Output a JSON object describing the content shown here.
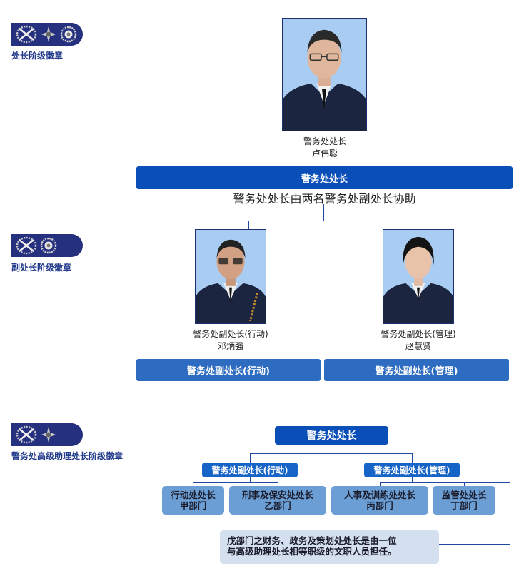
{
  "ranks": [
    {
      "label": "处长阶级徽章",
      "insignia": [
        "crossed-batons-icon",
        "bauhinia-star-icon",
        "rosette-icon"
      ]
    },
    {
      "label": "副处长阶级徽章",
      "insignia": [
        "crossed-batons-icon",
        "rosette-icon"
      ]
    },
    {
      "label": "警务处高级助理处长阶级徽章",
      "insignia": [
        "crossed-batons-icon",
        "bauhinia-star-icon"
      ]
    }
  ],
  "commissioner": {
    "title": "警务处处长",
    "name": "卢伟聪",
    "bar_label": "警务处处长",
    "assist_note": "警务处处长由两名警务处副处长协助"
  },
  "deputies": [
    {
      "title": "警务处副处长(行动)",
      "name": "邓炳强",
      "bar_label": "警务处副处长(行动)"
    },
    {
      "title": "警务处副处长(管理)",
      "name": "赵慧贤",
      "bar_label": "警务处副处长(管理)"
    }
  ],
  "org_chart": {
    "top": "警务处处长",
    "deputies": [
      "警务处副处长(行动)",
      "警务处副处长(管理)"
    ],
    "departments": [
      {
        "line1": "行动处处长",
        "line2": "甲部门"
      },
      {
        "line1": "刑事及保安处处长",
        "line2": "乙部门"
      },
      {
        "line1": "人事及训练处处长",
        "line2": "丙部门"
      },
      {
        "line1": "监管处处长",
        "line2": "丁部门"
      }
    ],
    "note_line1": "戊部门之财务、政务及策划处处长是由一位",
    "note_line2": "与高级助理处长相等职级的文职人员担任。"
  },
  "colors": {
    "primary_blue": "#0a4fb8",
    "secondary_blue": "#2d6cc0",
    "dept_blue": "#6b9ed4",
    "note_bg": "#d4e0f0",
    "insignia_navy": "#25307f"
  }
}
